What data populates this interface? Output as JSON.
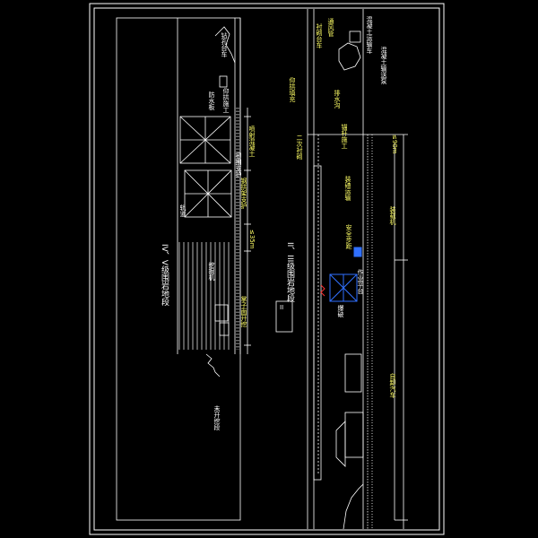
{
  "labels": {
    "section_iv_v": "IV、V级围岩地段",
    "section_ii_iii": "II、III级围岩地段",
    "roman_ii": "II",
    "not_excavated": "未开挖段",
    "face_excavation": "掌子面开挖",
    "steel_arch_support": "钢拱架支护",
    "spray_concrete": "喷射混凝土",
    "inverted_arch": "仰拱施工",
    "invert_fill": "仰拱填充",
    "secondary_lining": "二次衬砌",
    "lining_trolley": "衬砌台车",
    "waterproof_board": "防水板",
    "drainage": "排水沟",
    "ventilation": "通风管",
    "muck_loading": "装碴运输",
    "drilling_jumbo": "钻孔台车",
    "excavator": "挖掘机",
    "loader": "装载机",
    "dump_truck": "自卸汽车",
    "concrete_truck": "混凝土运输车",
    "mixer": "混凝土输送泵",
    "initial_support": "初期支护",
    "distance_a": "≤35m",
    "distance_b": "≤90m",
    "anchor_bolt": "锚杆施工",
    "work_platform": "作业平台",
    "blast": "爆破",
    "safety_step": "安全步距",
    "rail": "轨道"
  }
}
